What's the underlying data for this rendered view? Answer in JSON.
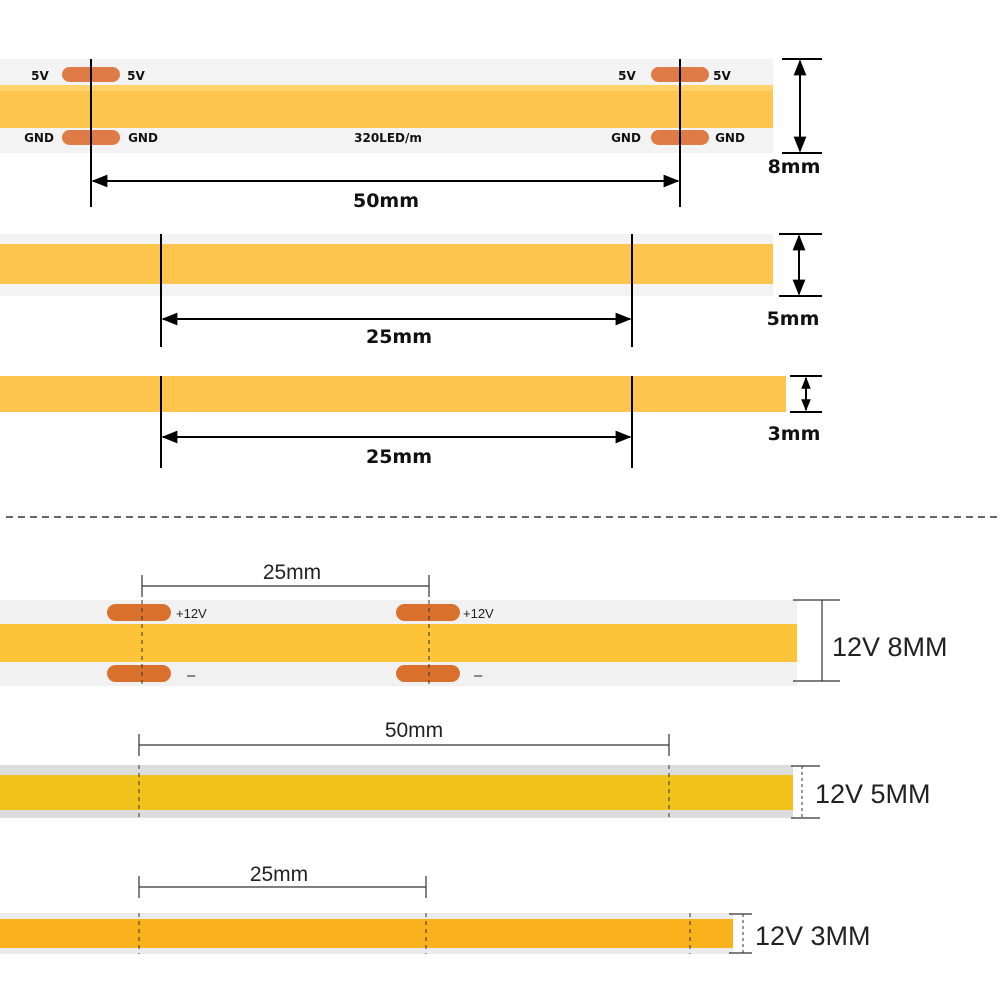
{
  "section_5v": {
    "strip_8mm": {
      "pad_labels": {
        "top_left_a": "5V",
        "top_left_b": "5V",
        "top_right_a": "5V",
        "top_right_b": "5V",
        "bottom_left_a": "GND",
        "bottom_left_b": "GND",
        "bottom_right_a": "GND",
        "bottom_right_b": "GND"
      },
      "density": "320LED/m",
      "length": "50mm",
      "width": "8mm"
    },
    "strip_5mm": {
      "length": "25mm",
      "width": "5mm"
    },
    "strip_3mm": {
      "length": "25mm",
      "width": "3mm"
    }
  },
  "section_12v": {
    "strip_8mm": {
      "length": "25mm",
      "pad_plus_a": "+12V",
      "pad_plus_b": "+12V",
      "pad_minus_a": "–",
      "pad_minus_b": "–",
      "label": "12V 8MM"
    },
    "strip_5mm": {
      "length": "50mm",
      "label": "12V 5MM"
    },
    "strip_3mm": {
      "length": "25mm",
      "label": "12V 3MM"
    }
  },
  "colors": {
    "led_orange": "#FDC44E",
    "led_yellow": "#F0C21A",
    "led_amber": "#F9B21C",
    "pad": "#DE7B47",
    "pcb": "#F2F2F2"
  }
}
